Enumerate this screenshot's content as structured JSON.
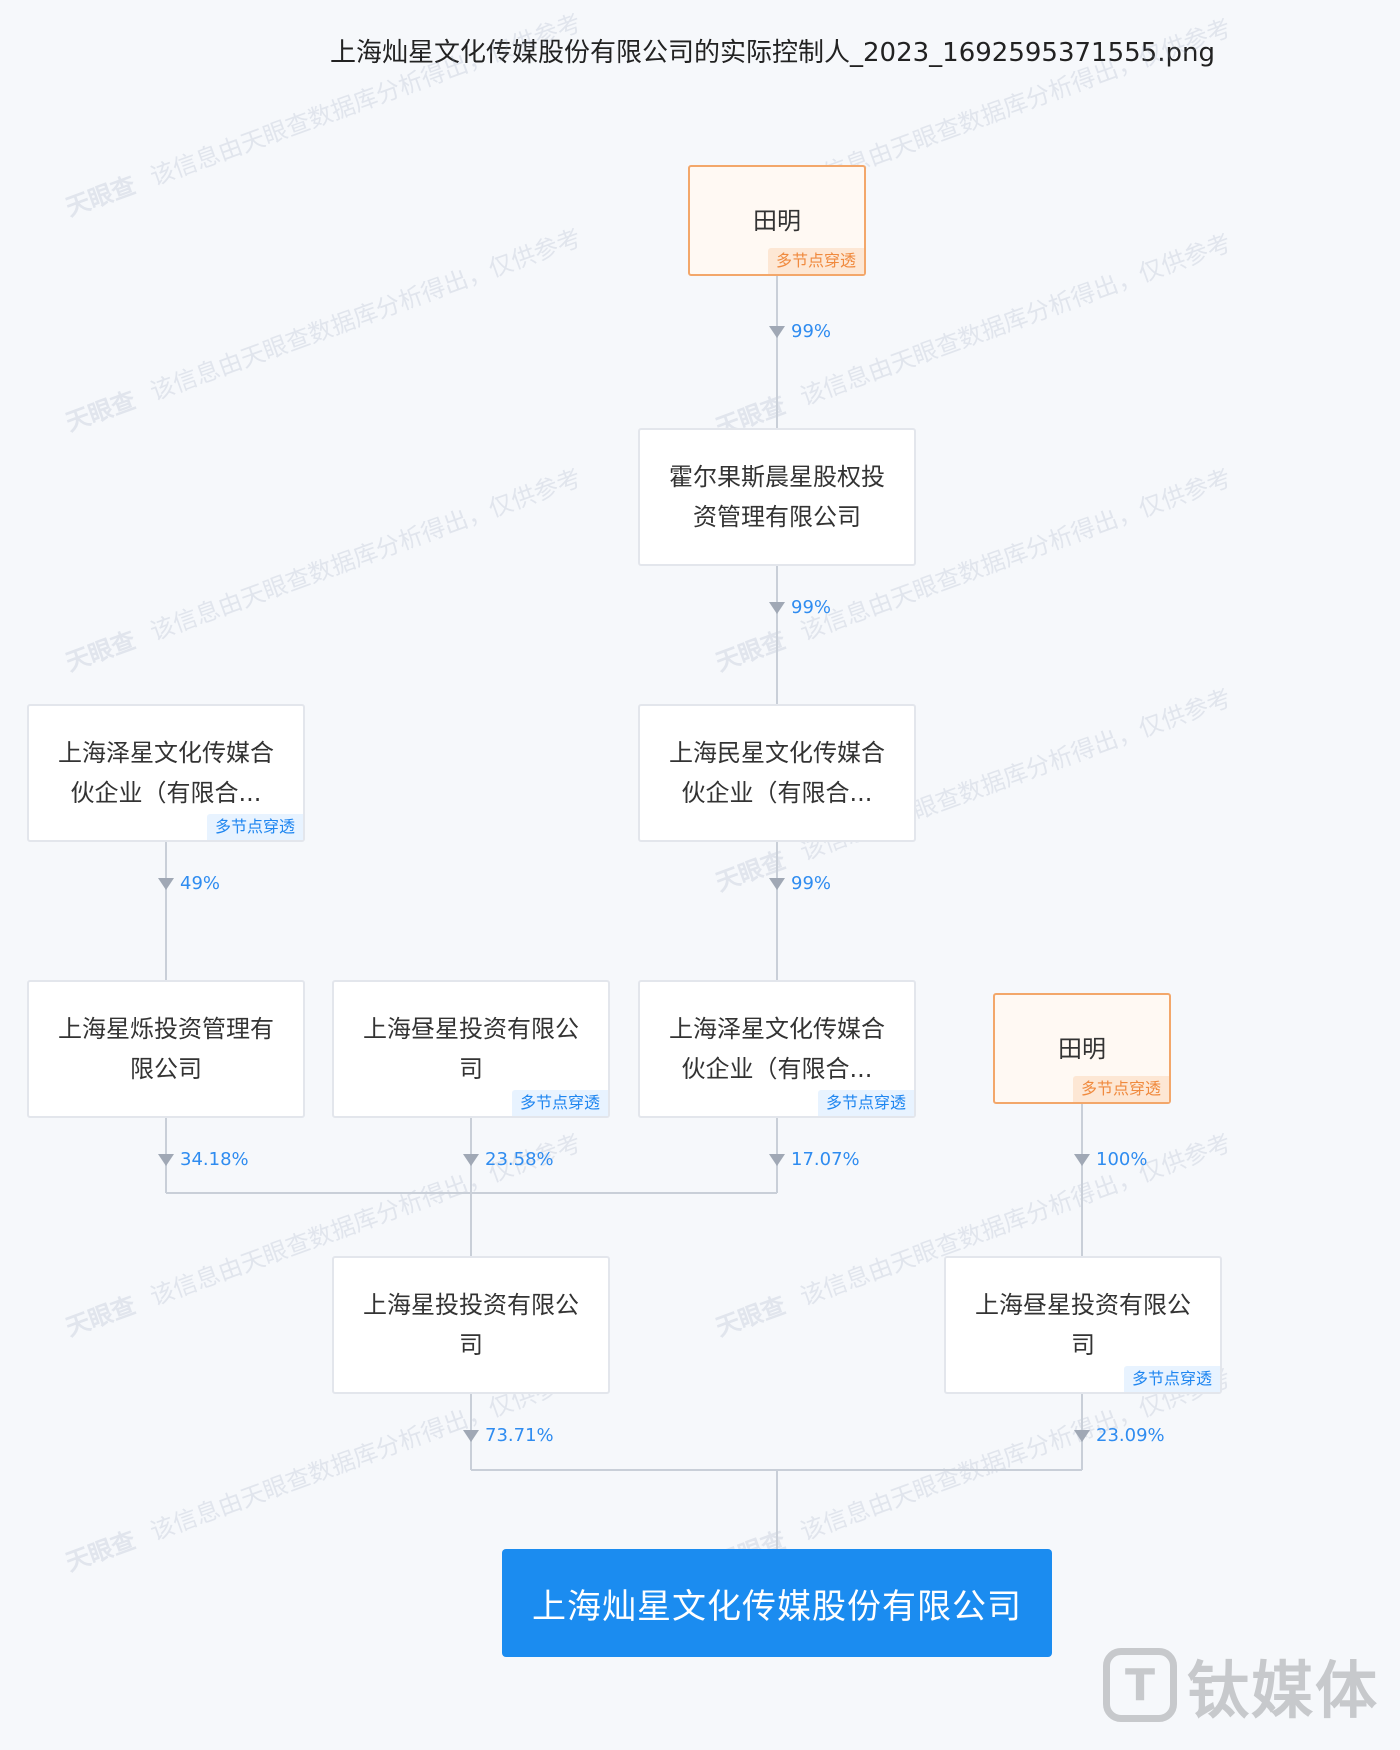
{
  "file_title": "上海灿星文化传媒股份有限公司的实际控制人_2023_1692595371555.png",
  "watermark": {
    "logo": "天眼查",
    "text": "该信息由天眼查数据库分析得出，仅供参考"
  },
  "tag_label": "多节点穿透",
  "nodes": {
    "tianming_top": "田明",
    "huoerguosi": "霍尔果斯晨星股权投资管理有限公司",
    "minxing": "上海民星文化传媒合伙企业（有限合...",
    "zexing_left": "上海泽星文化传媒合伙企业（有限合...",
    "xingshuo": "上海星烁投资管理有限公司",
    "zhouxing_mid": "上海昼星投资有限公司",
    "zexing_mid": "上海泽星文化传媒合伙企业（有限合...",
    "tianming_right": "田明",
    "xingtou": "上海星投投资有限公司",
    "zhouxing_right": "上海昼星投资有限公司",
    "target": "上海灿星文化传媒股份有限公司"
  },
  "percentages": {
    "p_tianming_huoerguosi": "99%",
    "p_huoerguosi_minxing": "99%",
    "p_minxing_zexing": "99%",
    "p_zexing_xingshuo": "49%",
    "p_xingshuo": "34.18%",
    "p_zhouxing_mid": "23.58%",
    "p_zexing_mid": "17.07%",
    "p_tianming_zhouxing": "100%",
    "p_xingtou": "73.71%",
    "p_zhouxing_right": "23.09%"
  },
  "brand": {
    "mark": "T",
    "name": "钛媒体"
  },
  "colors": {
    "accent": "#1b8cf0",
    "person_border": "#f3a76a",
    "pct": "#2f8cf0"
  }
}
